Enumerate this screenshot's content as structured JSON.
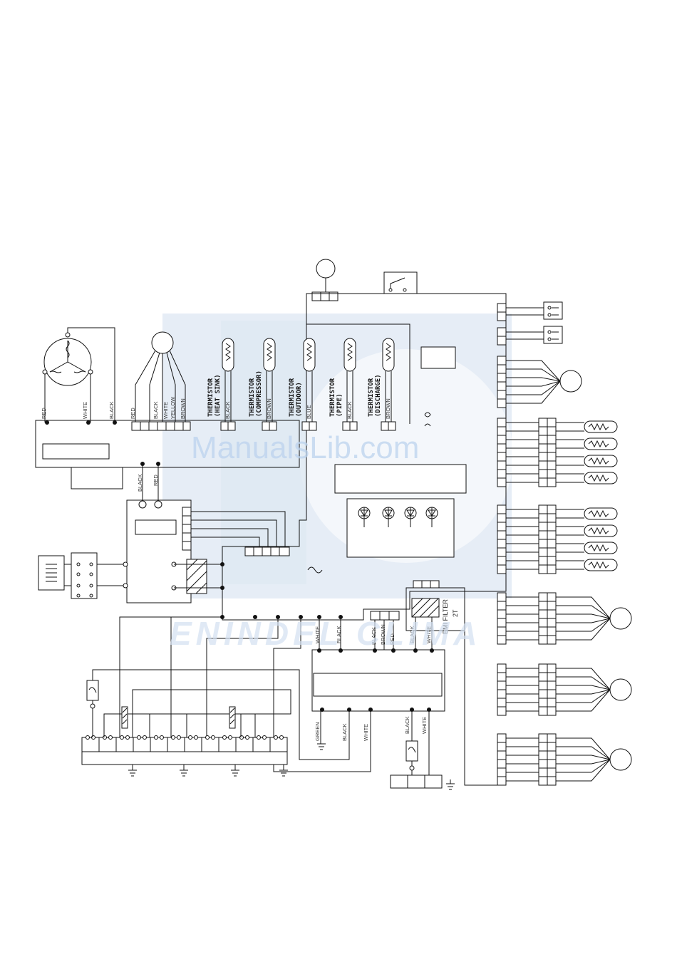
{
  "watermark": {
    "site": "ManualsLib.com",
    "brand": "ENINDEL CLIMA"
  },
  "motor_wires": [
    "RED",
    "WHITE",
    "BLACK"
  ],
  "stepper_wires": [
    "RED",
    "BLACK",
    "WHITE",
    "YELLOW",
    "BROWN"
  ],
  "thermistors": [
    {
      "label": "THERMISTOR",
      "sub": "(HEAT SINK)",
      "wire": "BLACK"
    },
    {
      "label": "THERMISTOR",
      "sub": "(COMPRESSOR)",
      "wire": "BROWN"
    },
    {
      "label": "THERMISTOR",
      "sub": "(OUTDOOR)",
      "wire": "BLUE"
    },
    {
      "label": "THERMISTOR",
      "sub": "(PIPE)",
      "wire": "BLACK"
    },
    {
      "label": "THERMISTOR",
      "sub": "(DISCHARGE)",
      "wire": "BROWN"
    }
  ],
  "relay_wires": [
    "BLACK",
    "RED"
  ],
  "mid_wires": [
    "WHITE",
    "BLACK"
  ],
  "emi_input_wires": [
    "BLACK",
    "BROWN",
    "RED"
  ],
  "emi_wires": [
    "BLACK",
    "WHITE"
  ],
  "emi_filter": {
    "title": "EMI FILTER",
    "code": "2T"
  },
  "bottom_wires": [
    "GREEN",
    "BLACK",
    "WHITE"
  ],
  "fuse_wires": [
    "BLACK",
    "WHITE"
  ],
  "colors": {
    "line": "#111111",
    "watermark": "#bcd3ee",
    "logo": "#e5ecf5"
  },
  "icons": [
    "fan-motor-icon",
    "stepper-motor-icon",
    "thermistor-icon",
    "diode-icon",
    "coil-icon",
    "fuse-icon",
    "ground-icon",
    "switch-icon"
  ]
}
